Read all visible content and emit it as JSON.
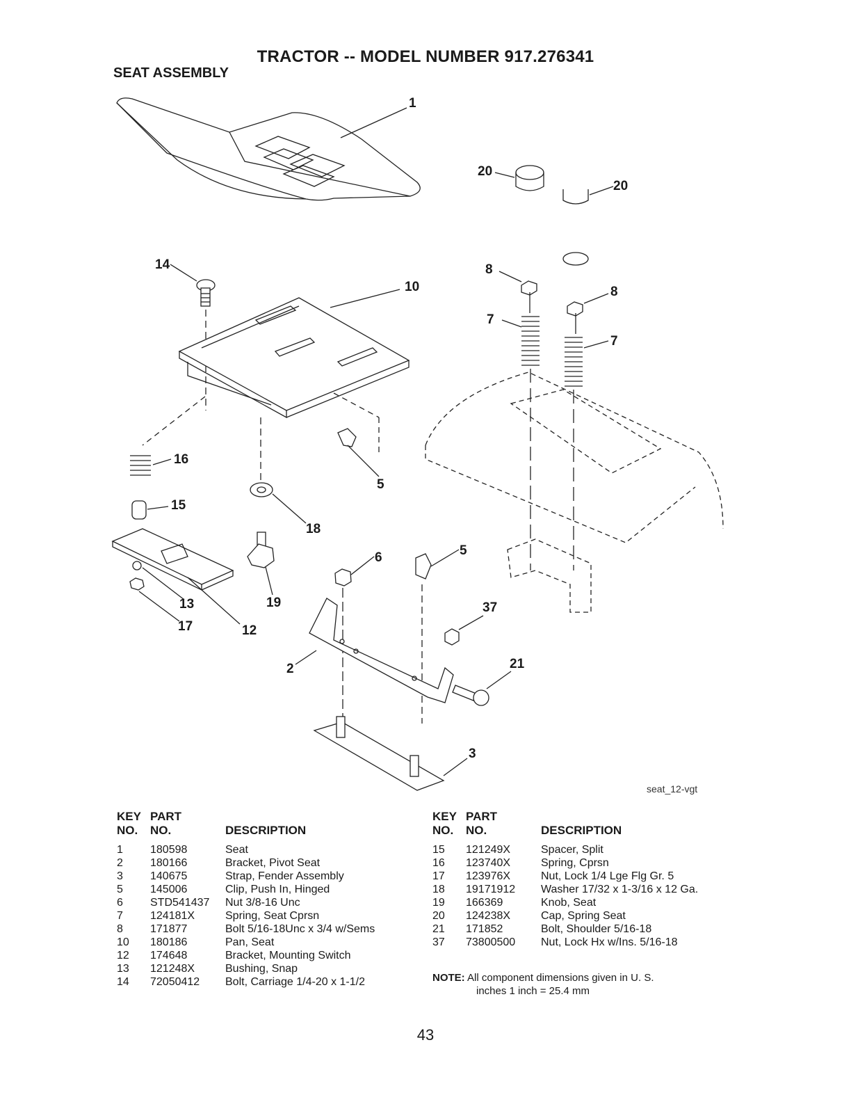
{
  "header": {
    "title": "TRACTOR -- MODEL NUMBER 917.276341",
    "subtitle": "SEAT ASSEMBLY"
  },
  "diagram": {
    "credit": "seat_12-vgt",
    "callouts": [
      "1",
      "10",
      "14",
      "16",
      "15",
      "13",
      "17",
      "12",
      "18",
      "19",
      "5",
      "6",
      "5",
      "37",
      "21",
      "2",
      "3",
      "20",
      "20",
      "8",
      "8",
      "7",
      "7"
    ]
  },
  "table_left": {
    "headers": {
      "key_top": "KEY",
      "key_bottom": "NO.",
      "part_top": "PART",
      "part_bottom": "NO.",
      "description": "DESCRIPTION"
    },
    "rows": [
      {
        "key": "1",
        "part": "180598",
        "description": "Seat"
      },
      {
        "key": "2",
        "part": "180166",
        "description": "Bracket, Pivot Seat"
      },
      {
        "key": "3",
        "part": "140675",
        "description": "Strap, Fender Assembly"
      },
      {
        "key": "5",
        "part": "145006",
        "description": "Clip, Push In, Hinged"
      },
      {
        "key": "6",
        "part": "STD541437",
        "description": "Nut 3/8-16 Unc"
      },
      {
        "key": "7",
        "part": "124181X",
        "description": "Spring, Seat Cprsn"
      },
      {
        "key": "8",
        "part": "171877",
        "description": "Bolt 5/16-18Unc x 3/4 w/Sems"
      },
      {
        "key": "10",
        "part": "180186",
        "description": "Pan, Seat"
      },
      {
        "key": "12",
        "part": "174648",
        "description": "Bracket, Mounting Switch"
      },
      {
        "key": "13",
        "part": "121248X",
        "description": "Bushing, Snap"
      },
      {
        "key": "14",
        "part": "72050412",
        "description": "Bolt, Carriage  1/4-20 x 1-1/2"
      }
    ]
  },
  "table_right": {
    "headers": {
      "key_top": "KEY",
      "key_bottom": "NO.",
      "part_top": "PART",
      "part_bottom": "NO.",
      "description": "DESCRIPTION"
    },
    "rows": [
      {
        "key": "15",
        "part": "121249X",
        "description": "Spacer, Split"
      },
      {
        "key": "16",
        "part": "123740X",
        "description": "Spring, Cprsn"
      },
      {
        "key": "17",
        "part": "123976X",
        "description": "Nut, Lock 1/4 Lge Flg Gr. 5"
      },
      {
        "key": "18",
        "part": "19171912",
        "description": "Washer 17/32 x 1-3/16 x 12 Ga."
      },
      {
        "key": "19",
        "part": "166369",
        "description": "Knob, Seat"
      },
      {
        "key": "20",
        "part": "124238X",
        "description": "Cap, Spring Seat"
      },
      {
        "key": "21",
        "part": "171852",
        "description": "Bolt, Shoulder  5/16-18"
      },
      {
        "key": "37",
        "part": "73800500",
        "description": "Nut, Lock Hx w/Ins.  5/16-18"
      }
    ]
  },
  "note": {
    "label": "NOTE:",
    "line1": "All component dimensions given in U. S.",
    "line2": "inches 1 inch = 25.4 mm"
  },
  "page_number": "43"
}
